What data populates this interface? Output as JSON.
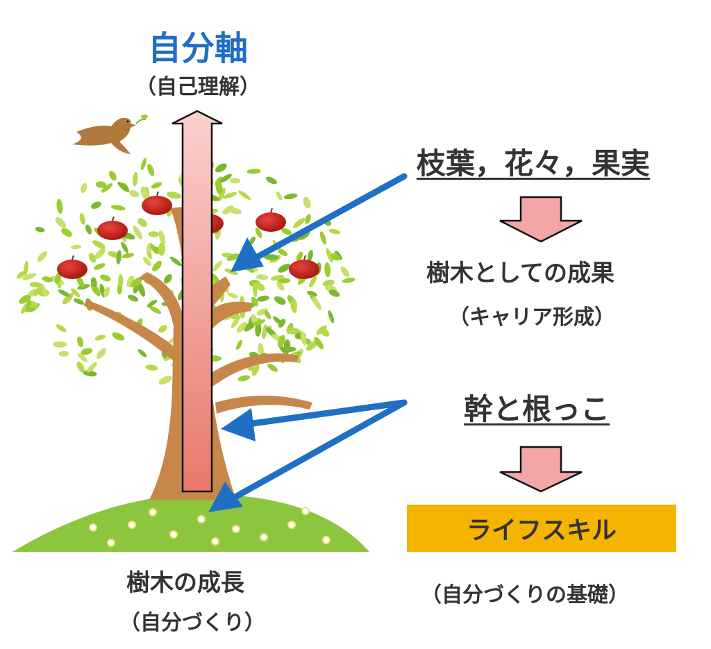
{
  "axis": {
    "title": "自分軸",
    "subtitle": "（自己理解）"
  },
  "fruits_section": {
    "heading": "枝葉，花々，果実",
    "result": "樹木としての成果",
    "result_sub": "（キャリア形成）"
  },
  "roots_section": {
    "heading": "幹と根っこ",
    "result": "ライフスキル",
    "result_sub": "（自分づくりの基礎）"
  },
  "tree_caption": {
    "title": "樹木の成長",
    "subtitle": "（自分づくり）"
  },
  "colors": {
    "axis_blue": "#1f6fc4",
    "pointer_blue": "#1f6fc4",
    "arrow_pink": "#f4a5a5",
    "skill_box": "#f5b400",
    "leaf_green": "#9acd32",
    "trunk_brown": "#c8874a",
    "ground_green": "#8cc63f",
    "fruit_red": "#c8201c"
  }
}
